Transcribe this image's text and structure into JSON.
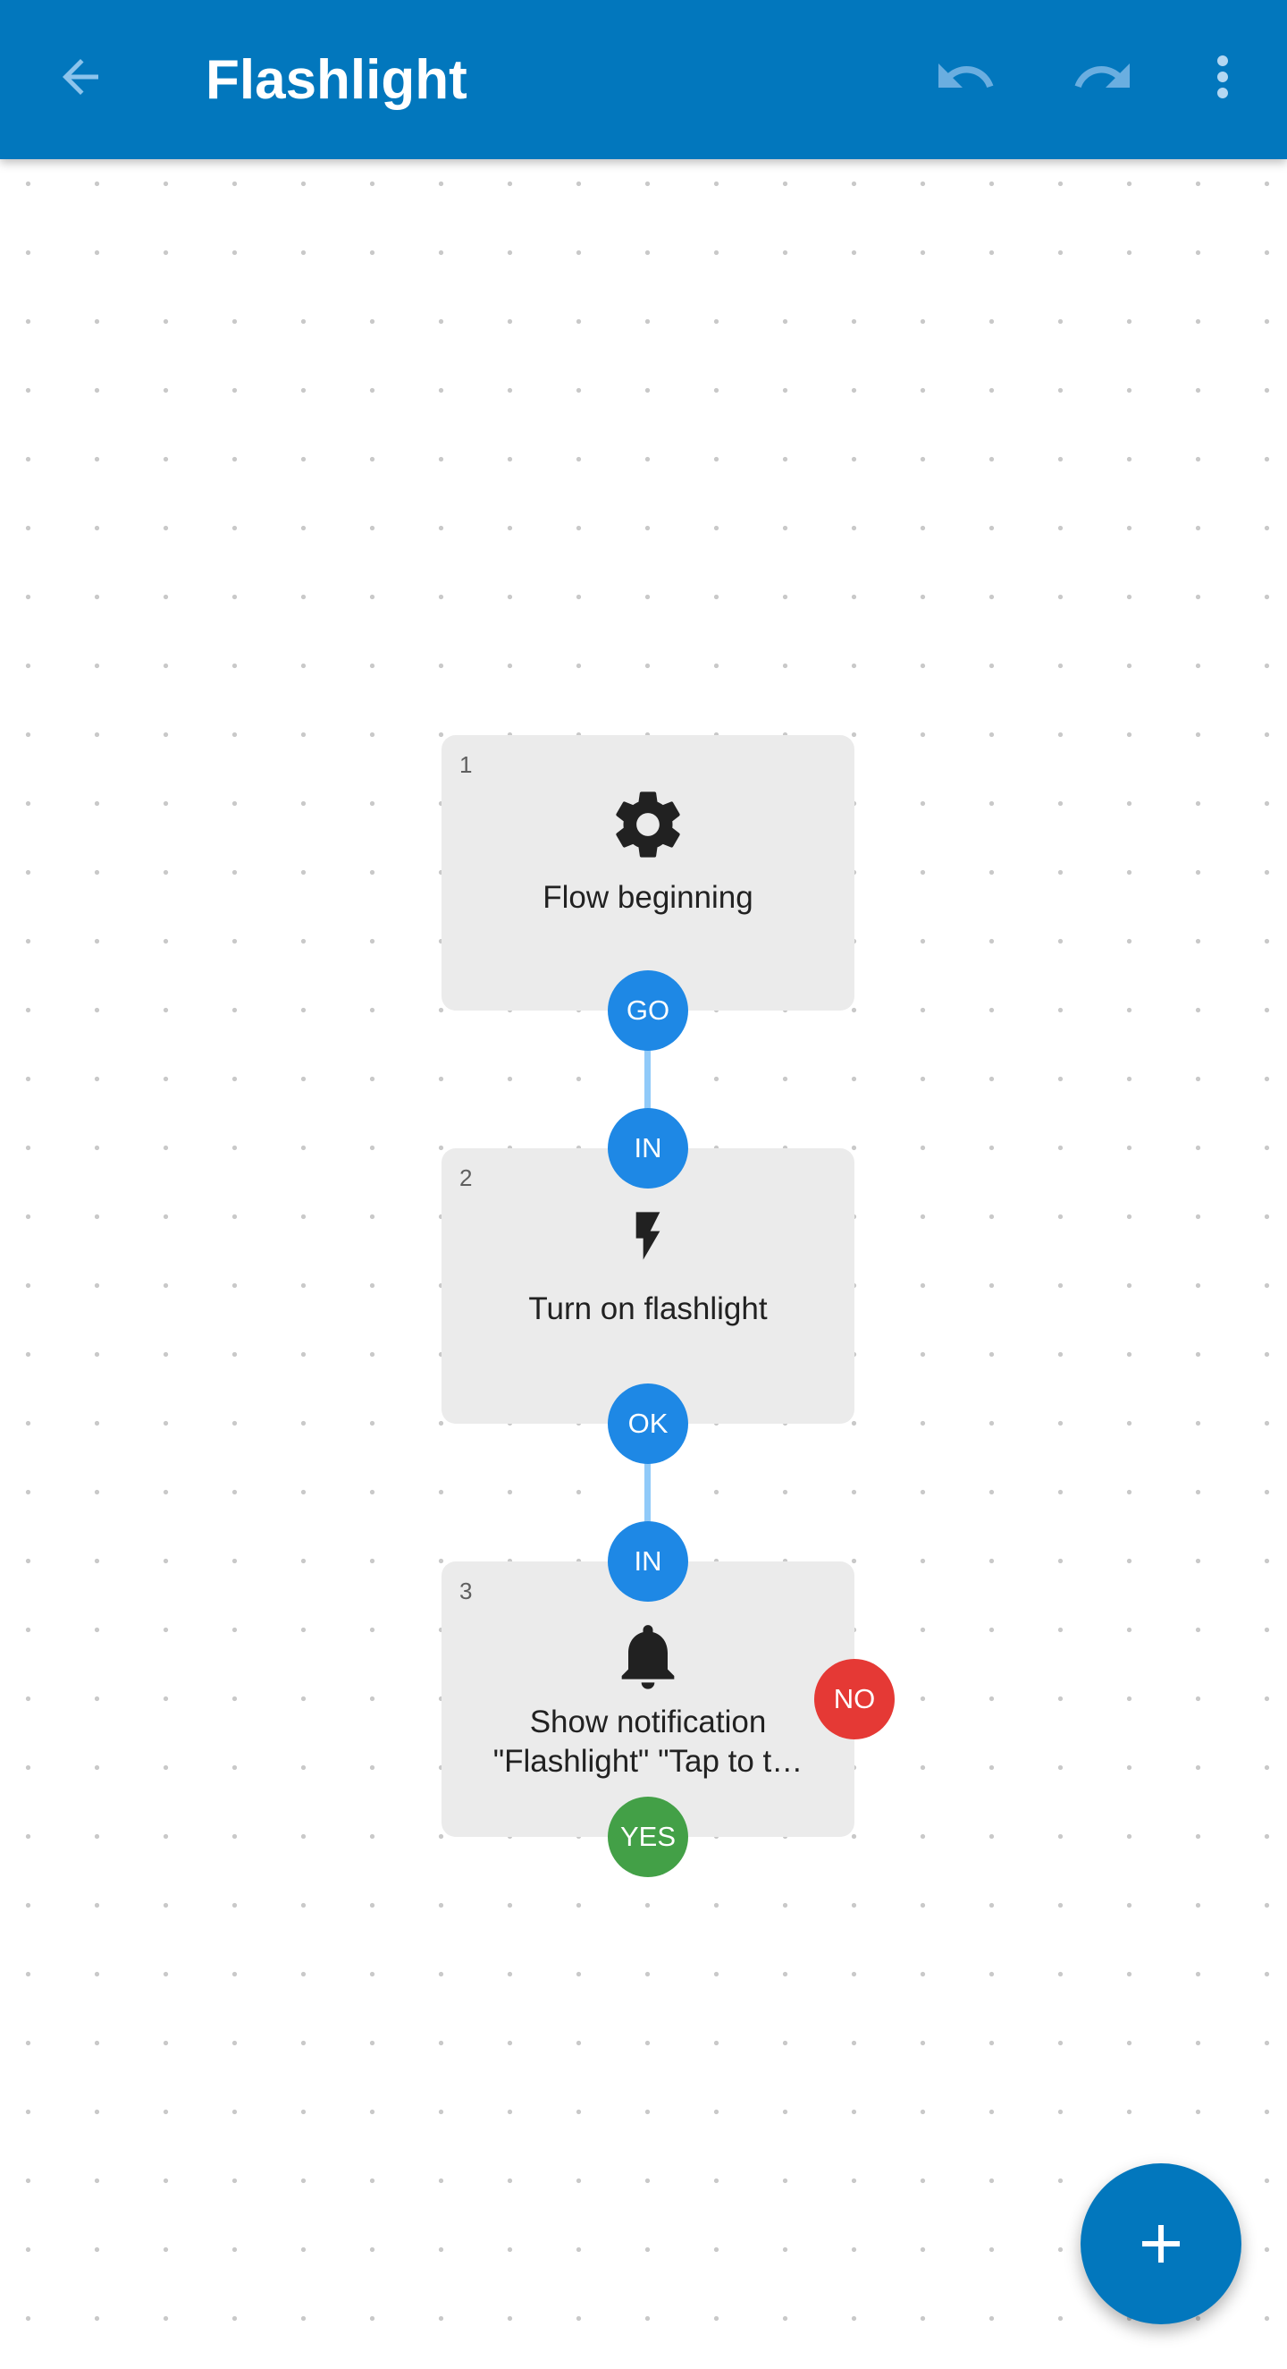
{
  "header": {
    "title": "Flashlight",
    "back_icon": "arrow-back-icon",
    "undo_icon": "undo-icon",
    "redo_icon": "redo-icon",
    "menu_icon": "more-vert-icon",
    "color": "#0277bd"
  },
  "flow": {
    "nodes": [
      {
        "number": "1",
        "icon": "gear-icon",
        "label": "Flow beginning",
        "ports": {
          "out": "GO"
        }
      },
      {
        "number": "2",
        "icon": "flash-icon",
        "label": "Turn on flashlight",
        "ports": {
          "in": "IN",
          "out": "OK"
        }
      },
      {
        "number": "3",
        "icon": "bell-icon",
        "label_line1": "Show notification",
        "label_line2": "\"Flashlight\" \"Tap to t…",
        "ports": {
          "in": "IN",
          "yes": "YES",
          "no": "NO"
        }
      }
    ],
    "colors": {
      "port": "#1e88e5",
      "yes": "#43a047",
      "no": "#e53935",
      "connector": "#90caf9",
      "node_bg": "#ebebeb"
    }
  },
  "fab": {
    "icon": "add-icon"
  }
}
